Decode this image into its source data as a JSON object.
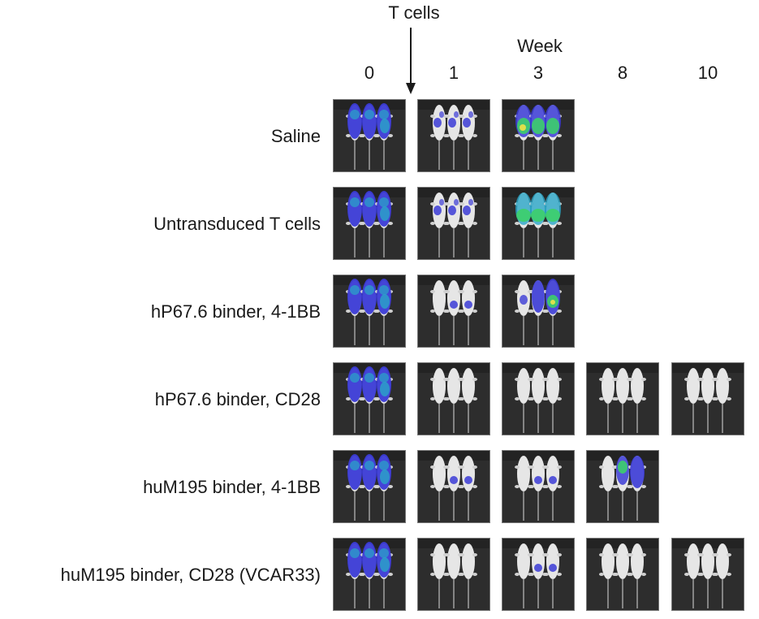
{
  "injection_label": "T cells",
  "week_title": "Week",
  "weeks": [
    "0",
    "1",
    "3",
    "8",
    "10"
  ],
  "rows": [
    {
      "label": "Saline",
      "imaged_weeks": 3,
      "panels": [
        "strong-blue",
        "weak-blue",
        "green-yellow"
      ]
    },
    {
      "label": "Untransduced T cells",
      "imaged_weeks": 3,
      "panels": [
        "strong-blue",
        "weak-blue",
        "green"
      ]
    },
    {
      "label": "hP67.6 binder, 4-1BB",
      "imaged_weeks": 3,
      "panels": [
        "strong-blue",
        "faint-blue",
        "mixed-green"
      ]
    },
    {
      "label": "hP67.6 binder, CD28",
      "imaged_weeks": 5,
      "panels": [
        "strong-blue",
        "none",
        "none",
        "none",
        "none"
      ]
    },
    {
      "label": "huM195 binder, 4-1BB",
      "imaged_weeks": 4,
      "panels": [
        "strong-blue",
        "faint-blue",
        "faint-blue",
        "partial-green"
      ]
    },
    {
      "label": "huM195 binder, CD28 (VCAR33)",
      "imaged_weeks": 5,
      "panels": [
        "strong-blue",
        "none",
        "faint-blue",
        "none",
        "none"
      ]
    }
  ],
  "colors": {
    "panel_bg": "#2d2d2d",
    "mouse": "#e6e6e6",
    "signal_blue": "#3b3bd6",
    "signal_cyan": "#2aa6c8",
    "signal_green": "#3ccf6a",
    "signal_yellow": "#e8e04a"
  }
}
